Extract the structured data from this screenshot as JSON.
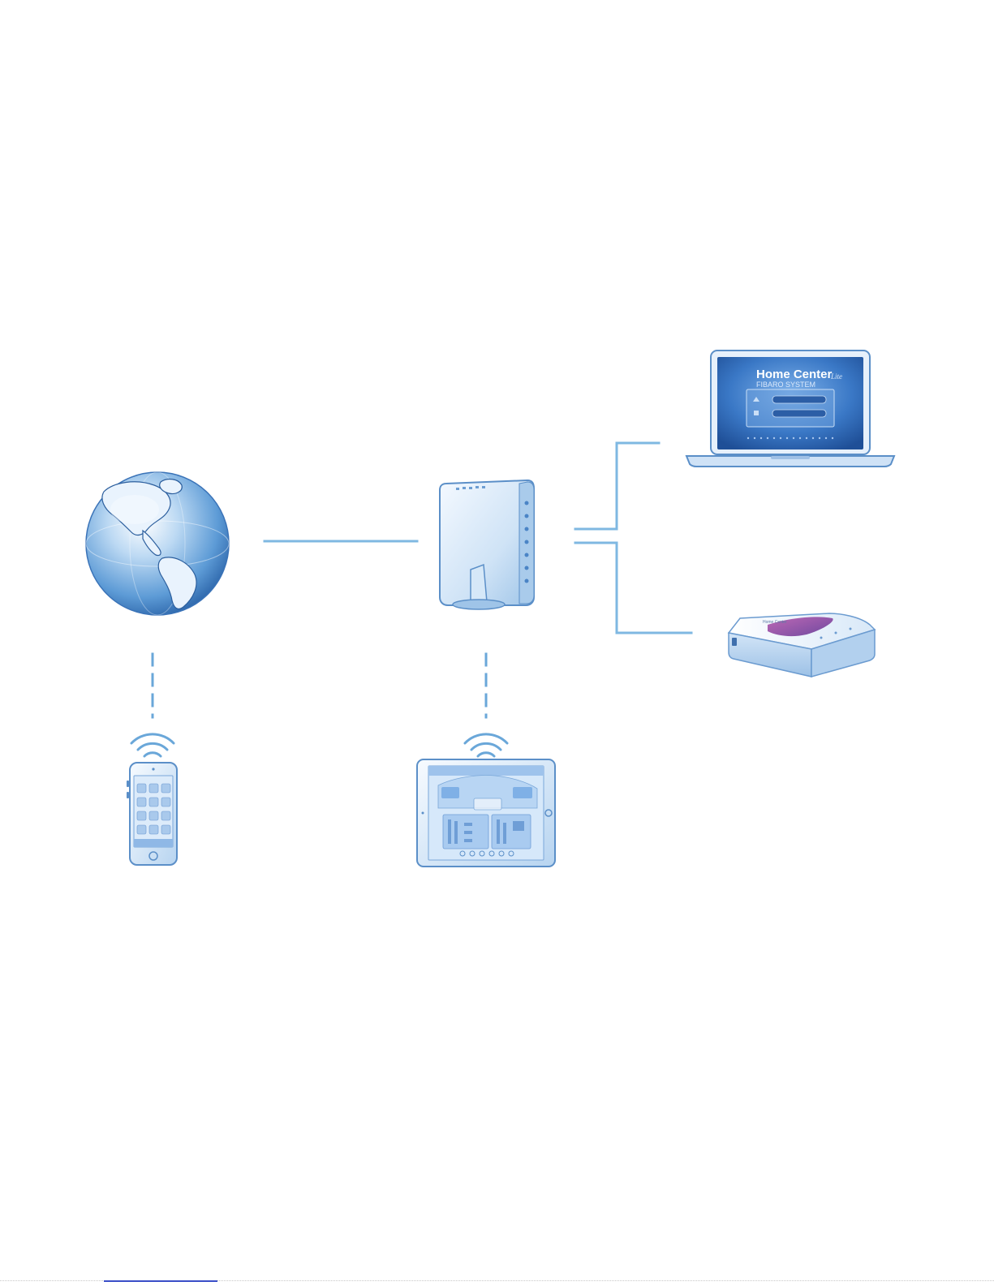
{
  "colors": {
    "line": "#7fb8e2",
    "line_dashed": "#6aa7d9",
    "device_light": "#eaf3fc",
    "device_mid": "#b9d7f2",
    "device_dark": "#3d7fc4",
    "screen_blue": "#2f6fc0",
    "purple_accent": "#8a3fa0"
  },
  "icons": {
    "globe": "globe-icon",
    "router": "router-icon",
    "laptop": "laptop-icon",
    "controller": "home-center-icon",
    "smartphone": "smartphone-icon",
    "tablet": "tablet-icon",
    "wifi": "wifi-icon"
  },
  "laptop_screen": {
    "title": "Home Center",
    "subtitle": "FIBARO SYSTEM",
    "edition": "Lite"
  },
  "controller_label": "Home Center"
}
